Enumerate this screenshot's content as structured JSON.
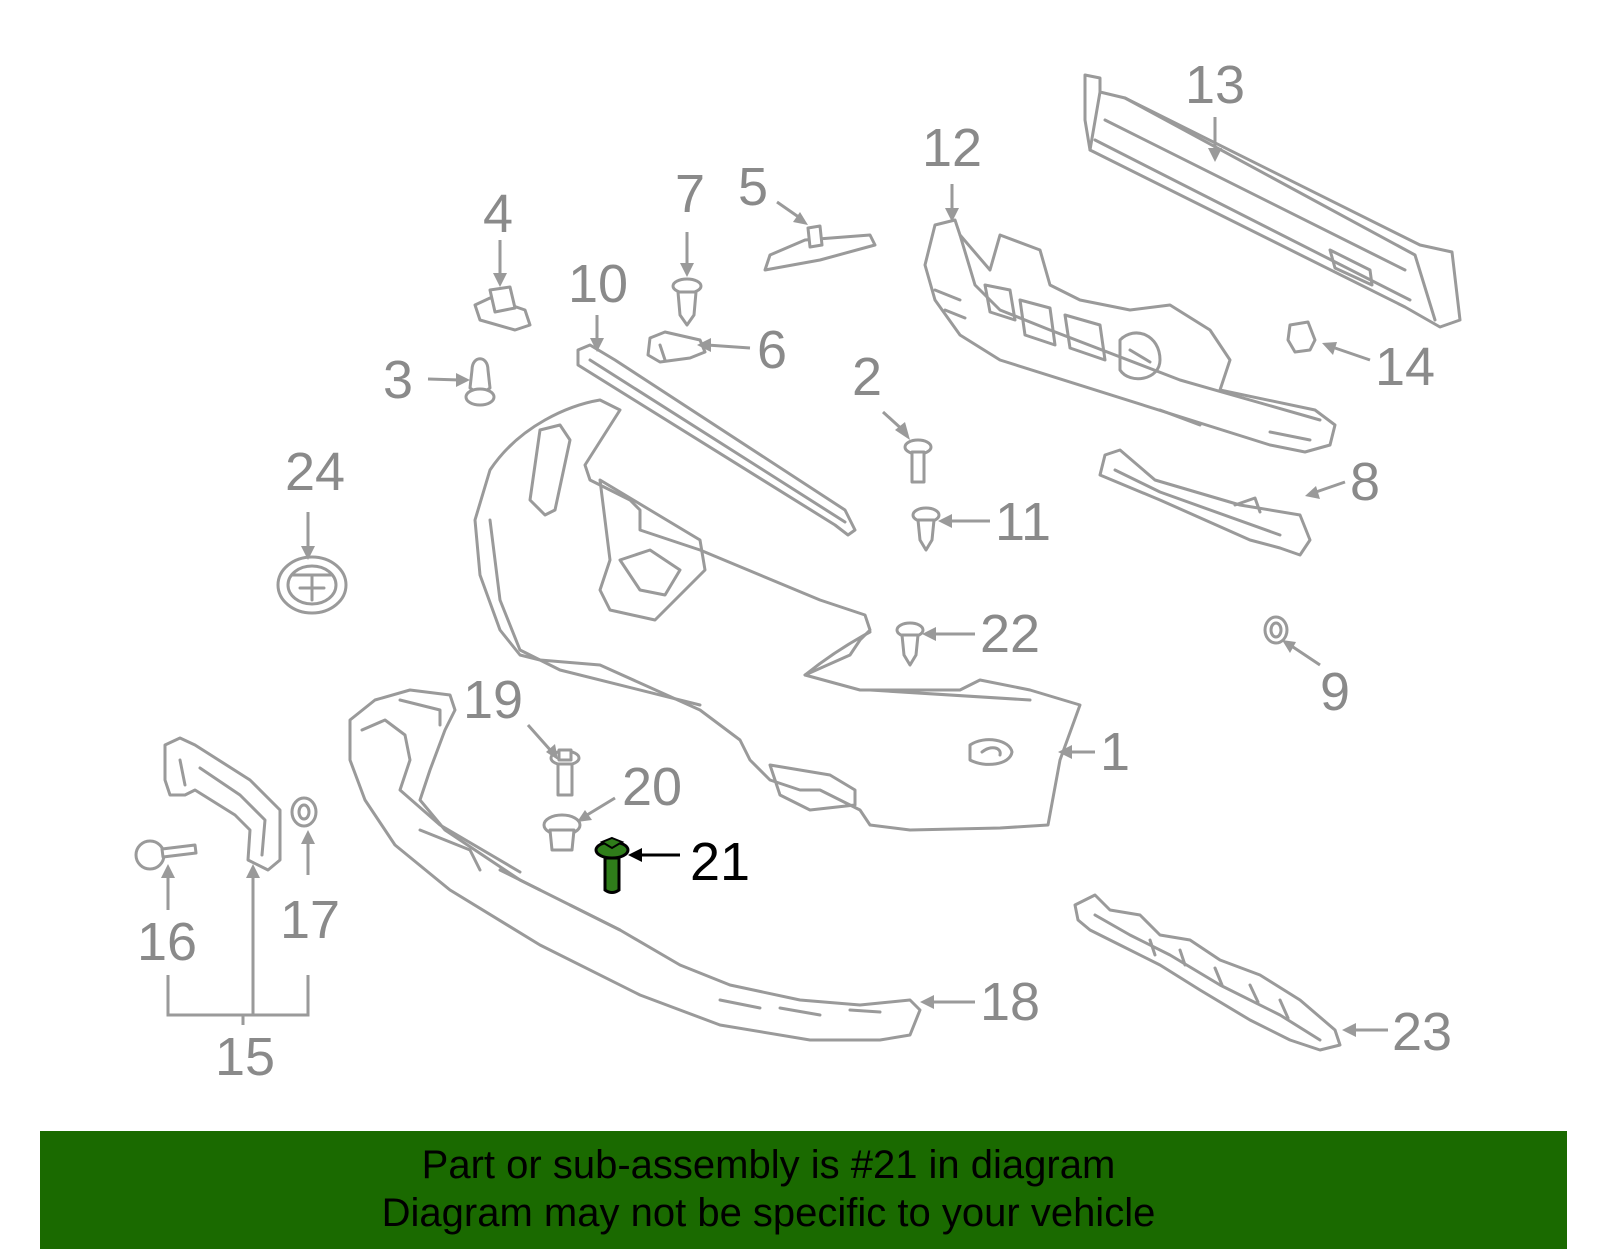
{
  "callouts": [
    {
      "id": "1",
      "label": "1"
    },
    {
      "id": "2",
      "label": "2"
    },
    {
      "id": "3",
      "label": "3"
    },
    {
      "id": "4",
      "label": "4"
    },
    {
      "id": "5",
      "label": "5"
    },
    {
      "id": "6",
      "label": "6"
    },
    {
      "id": "7",
      "label": "7"
    },
    {
      "id": "8",
      "label": "8"
    },
    {
      "id": "9",
      "label": "9"
    },
    {
      "id": "10",
      "label": "10"
    },
    {
      "id": "11",
      "label": "11"
    },
    {
      "id": "12",
      "label": "12"
    },
    {
      "id": "13",
      "label": "13"
    },
    {
      "id": "14",
      "label": "14"
    },
    {
      "id": "15",
      "label": "15"
    },
    {
      "id": "16",
      "label": "16"
    },
    {
      "id": "17",
      "label": "17"
    },
    {
      "id": "18",
      "label": "18"
    },
    {
      "id": "19",
      "label": "19"
    },
    {
      "id": "20",
      "label": "20"
    },
    {
      "id": "21",
      "label": "21"
    },
    {
      "id": "22",
      "label": "22"
    },
    {
      "id": "23",
      "label": "23"
    },
    {
      "id": "24",
      "label": "24"
    }
  ],
  "highlighted_part": "21",
  "colors": {
    "highlight_part": "#2f7d1a",
    "banner": "#1a6a00",
    "parts": "#9a9a9a"
  },
  "banner": {
    "line1": "Part or sub-assembly is #21 in diagram",
    "line2": "Diagram may not be specific to your vehicle"
  }
}
